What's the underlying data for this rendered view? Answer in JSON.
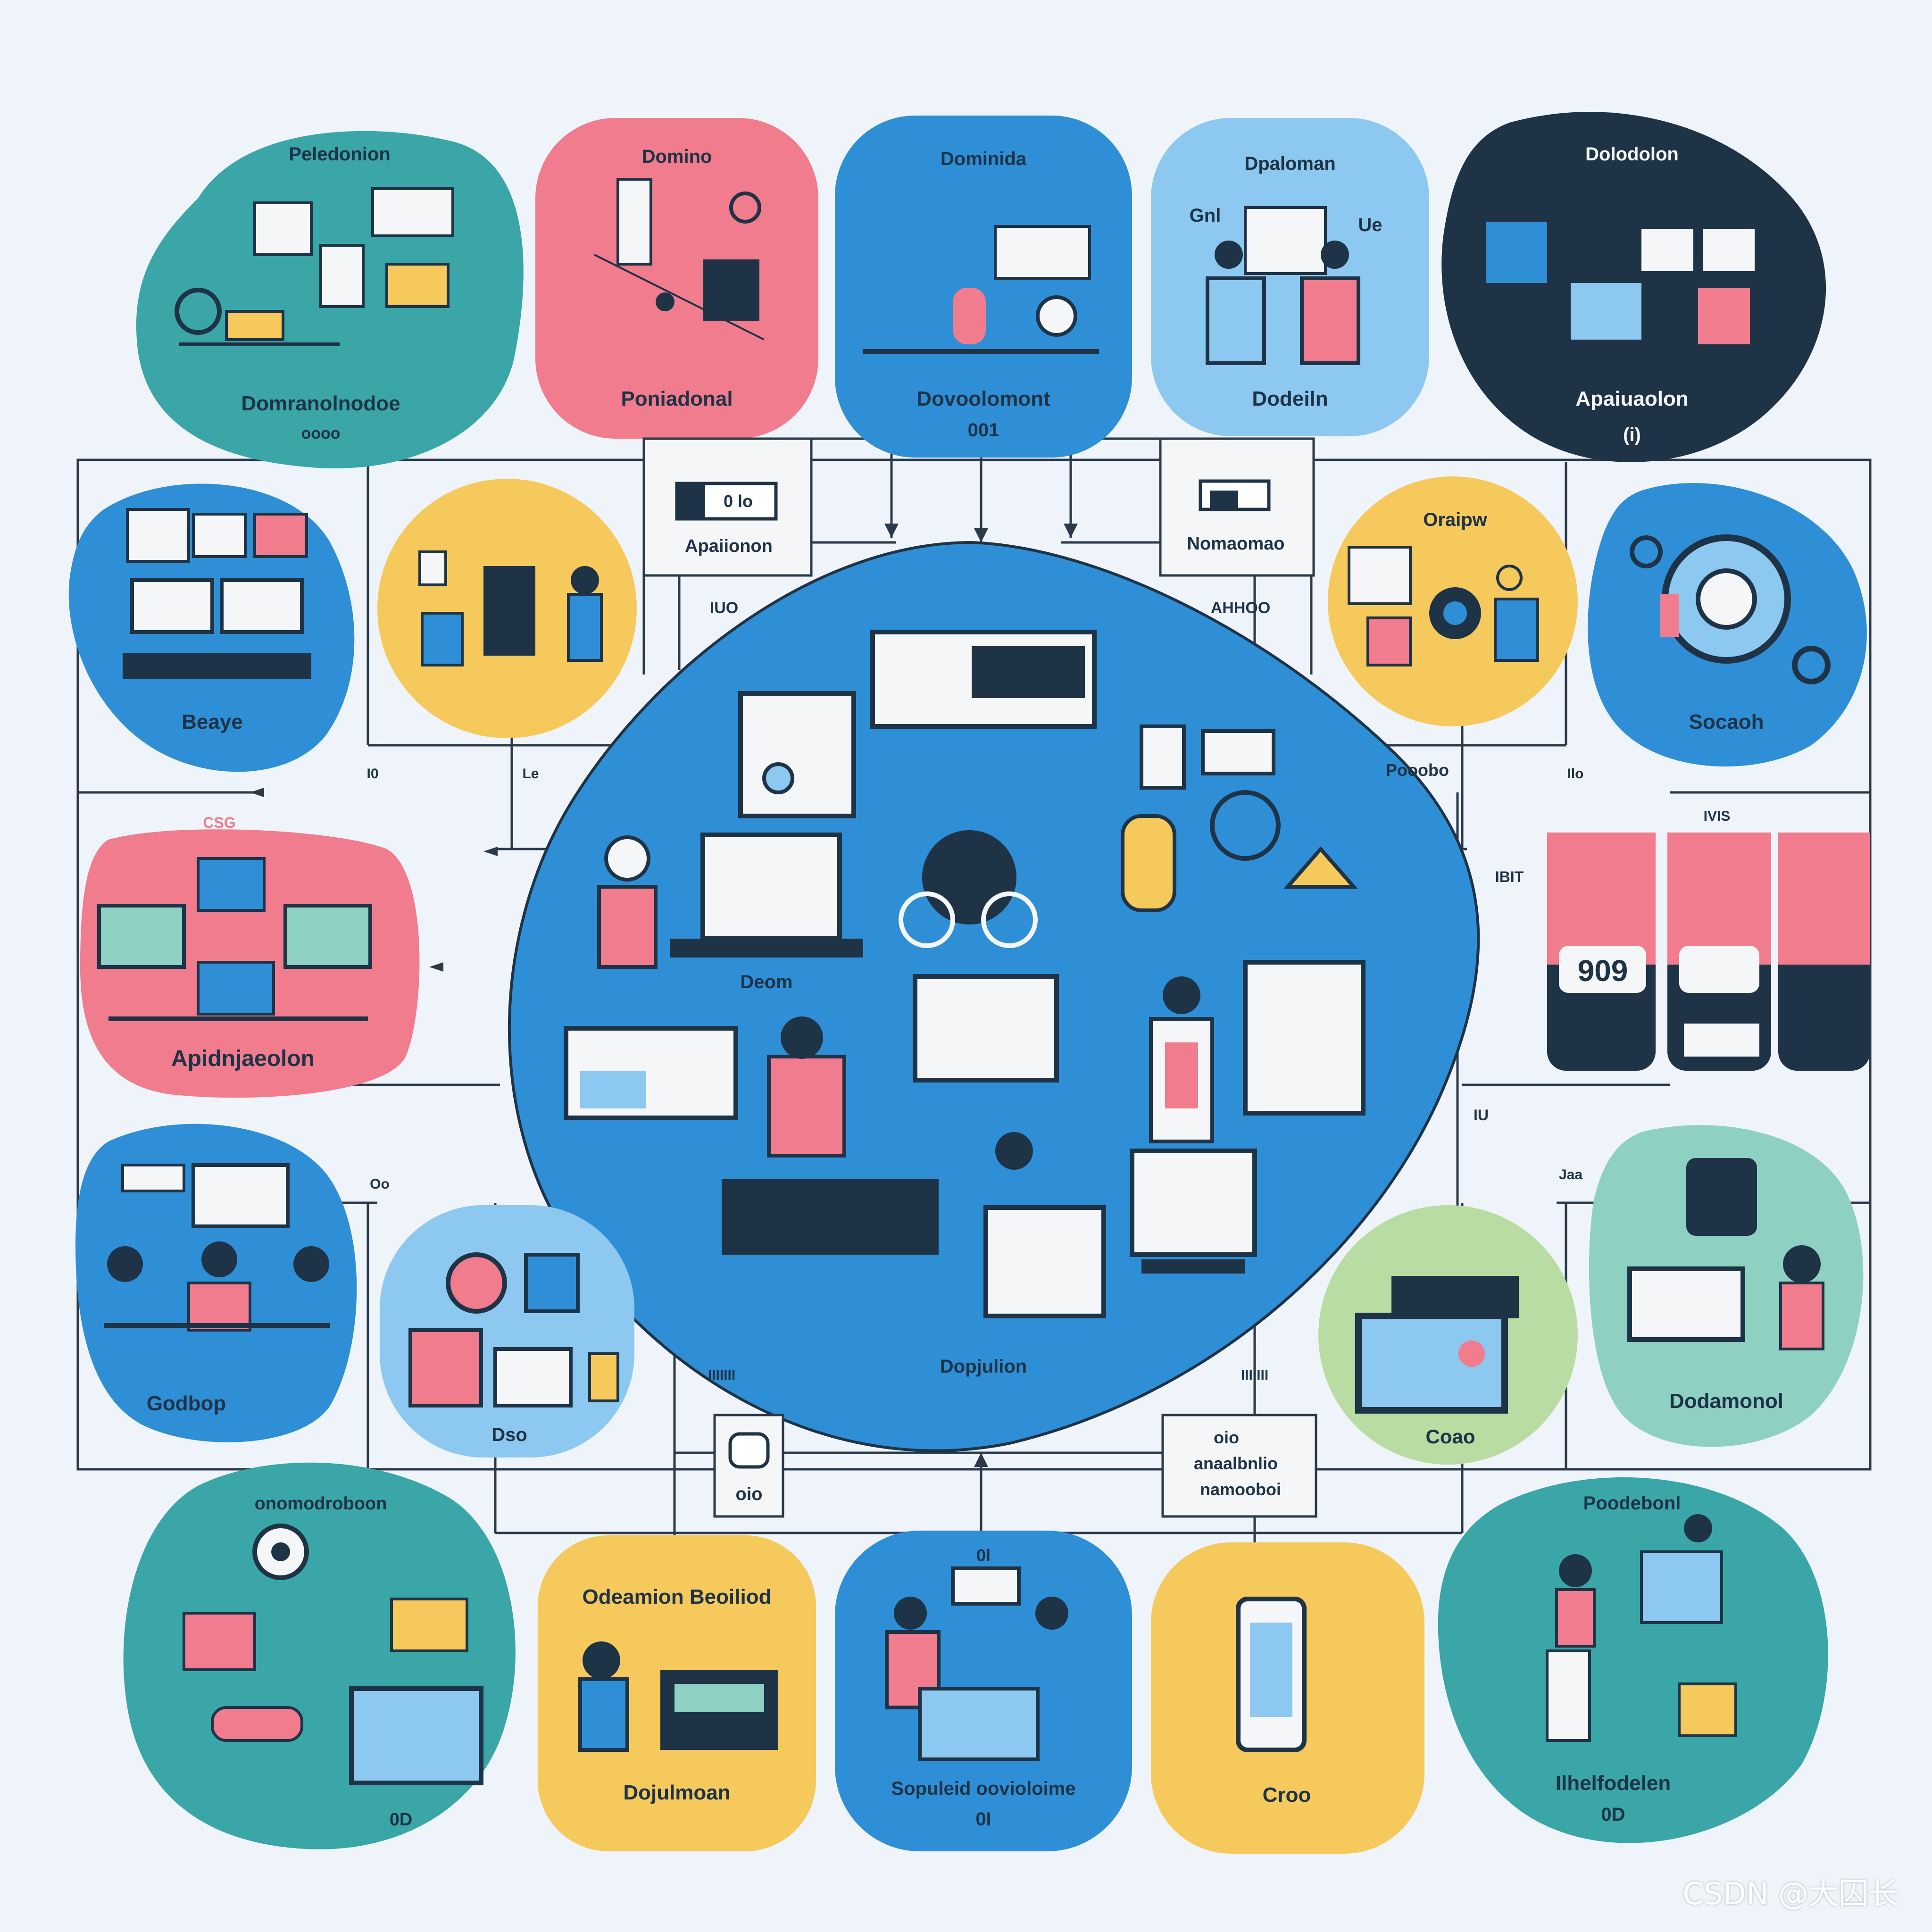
{
  "colors": {
    "background": "#eef4f9",
    "teal": "#3aa6a8",
    "pink": "#f07c8e",
    "blue": "#2f8fd6",
    "light_blue": "#8cc8ef",
    "navy": "#1f3347",
    "yellow": "#f6c95c",
    "green": "#b8dca2",
    "mint": "#8ed1c2",
    "line": "#2b3a4a"
  },
  "nodes": {
    "top_teal": {
      "title": "Peledonion",
      "caption": "Domranolnodoe",
      "sub": "oooo"
    },
    "top_pink": {
      "title": "Domino",
      "caption": "Poniadonal"
    },
    "top_blue": {
      "title": "Dominida",
      "caption": "Dovoolomont",
      "sub": "001"
    },
    "top_light": {
      "title": "Dpaloman",
      "caption": "Dodeiln",
      "side_left": "Gnl",
      "side_right": "Ue"
    },
    "top_navy": {
      "title": "Dolodolon",
      "caption": "Apaiuaolon",
      "sub": "(i)"
    },
    "mid_left_blue": {
      "caption": "Beaye"
    },
    "mid_left_yellow": {
      "caption": ""
    },
    "mid_right_yellow": {
      "title": "Oraipw"
    },
    "mid_right_blue": {
      "caption": "Socaoh"
    },
    "left_pink": {
      "caption": "Apidnjaeolon",
      "top": "CSG"
    },
    "right_panels": {
      "top": "IVIS",
      "value": "909"
    },
    "bottom_left_blue": {
      "caption": "Godbop"
    },
    "bottom_left_light": {
      "caption": "Dso"
    },
    "bottom_right_green": {
      "caption": "Coao"
    },
    "bottom_right_mint": {
      "caption": "Dodamonol"
    },
    "bottom_teal": {
      "title": "onomodroboon",
      "sub": "0D"
    },
    "bottom_yellow": {
      "title": "Odeamion Beoiliod",
      "caption": "Dojulmoan"
    },
    "bottom_blue": {
      "top": "0l",
      "caption": "Sopuleid oovioloime",
      "sub": "0I"
    },
    "bottom_yellow2": {
      "caption": "Croo"
    },
    "bottom_teal2": {
      "title": "Poodebonl",
      "caption": "Ilhelfodelen",
      "sub": "0D"
    },
    "center": {
      "label_a": "Deom",
      "label_b": "Dopjulion"
    }
  },
  "connector_labels": {
    "top_left_box": "Apaiionon",
    "top_left_box_value": "0 lo",
    "top_right_box": "Nomaomao",
    "left_mid": "IUO",
    "right_mid": "AHHOO",
    "left_small": "I0",
    "left_small2": "Le",
    "right_small": "Pooobo",
    "right_small2": "Ilo",
    "right_small3": "IBIT",
    "right_small4": "IU",
    "left_lower": "Oo",
    "right_lower": "Jaa",
    "bottom_box_left": "oio",
    "bottom_box_right_1": "oio",
    "bottom_box_right_2": "anaalbnlio",
    "bottom_box_right_3": "namooboi",
    "bottom_mid_left": "IIIIIII",
    "bottom_mid_right": "IIIIIII"
  },
  "watermark": "CSDN @大囚长"
}
